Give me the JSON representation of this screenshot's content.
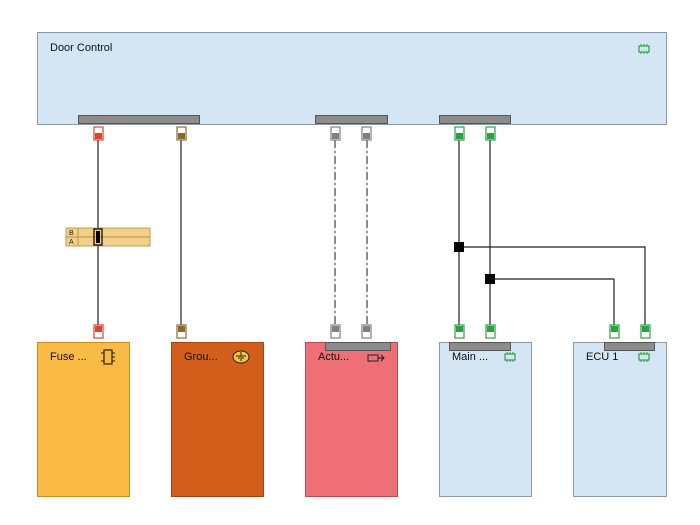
{
  "diagram": {
    "top_block": {
      "title": "Door Control",
      "icon": "ecu-chip-icon"
    },
    "blocks": [
      {
        "id": "fuse",
        "title": "Fuse ...",
        "icon": "fuse-icon",
        "color": "#f9bb45"
      },
      {
        "id": "ground",
        "title": "Grou...",
        "icon": "ground-icon",
        "color": "#d35e1c"
      },
      {
        "id": "actuator",
        "title": "Actu...",
        "icon": "actuator-icon",
        "color": "#ee7076"
      },
      {
        "id": "main",
        "title": "Main ...",
        "icon": "ecu-chip-icon",
        "color": "#d4e6f4"
      },
      {
        "id": "ecu1",
        "title": "ECU 1",
        "icon": "ecu-chip-icon",
        "color": "#d4e6f4"
      }
    ],
    "inline_connector": {
      "pins": [
        "B",
        "A"
      ]
    },
    "wire_colors": {
      "power": "#d9472b",
      "ground": "#8b6a2f",
      "signal": "#808080",
      "data": "#2ea043"
    }
  }
}
